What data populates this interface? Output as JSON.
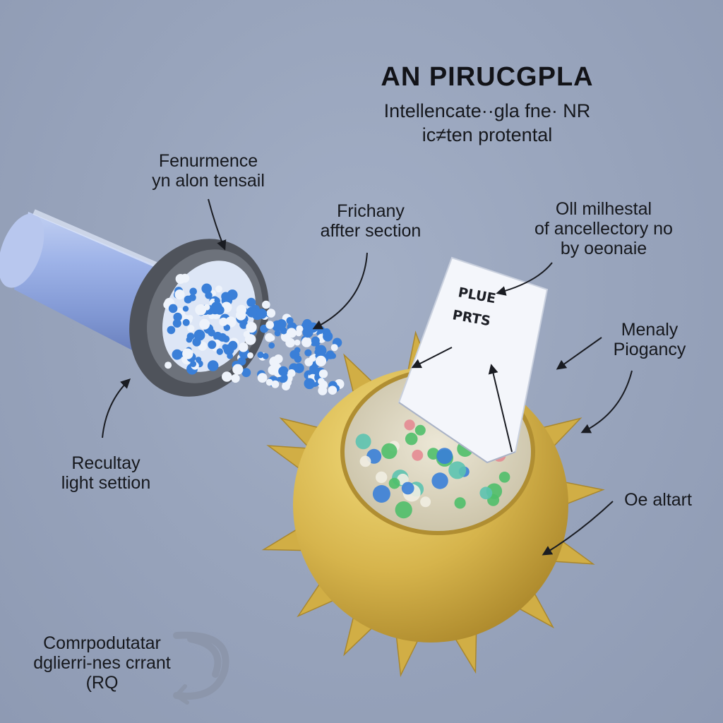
{
  "title": "AN PIRUCGPLA",
  "subtitle": [
    "Intellencate··gla fne· NR",
    "ic≠ten protental"
  ],
  "labels": {
    "tube_top": [
      "Fenurmence",
      "yn alon tensail"
    ],
    "particles": [
      "Frichany",
      "affter section"
    ],
    "card_callout": [
      "Oll milhestal",
      "of ancellectory no",
      "by oeonaie"
    ],
    "right_spikes": [
      "Menaly",
      "Piogancy"
    ],
    "bottom_right": [
      "Oe altart"
    ],
    "tube_bottom": [
      "Recultay",
      "light settion"
    ],
    "corner": [
      "Comrpodutatar",
      "dglierri-nes crrant",
      "(RQ"
    ]
  },
  "card": [
    "PLUE",
    "PRTS"
  ],
  "colors": {
    "background": "#97a3bb",
    "tube": "#8fa6e0",
    "ring": "#5c6068",
    "sphere": "#d9b84e",
    "particle_blue": "#3a7fd8",
    "particle_white": "#eef3fb"
  }
}
